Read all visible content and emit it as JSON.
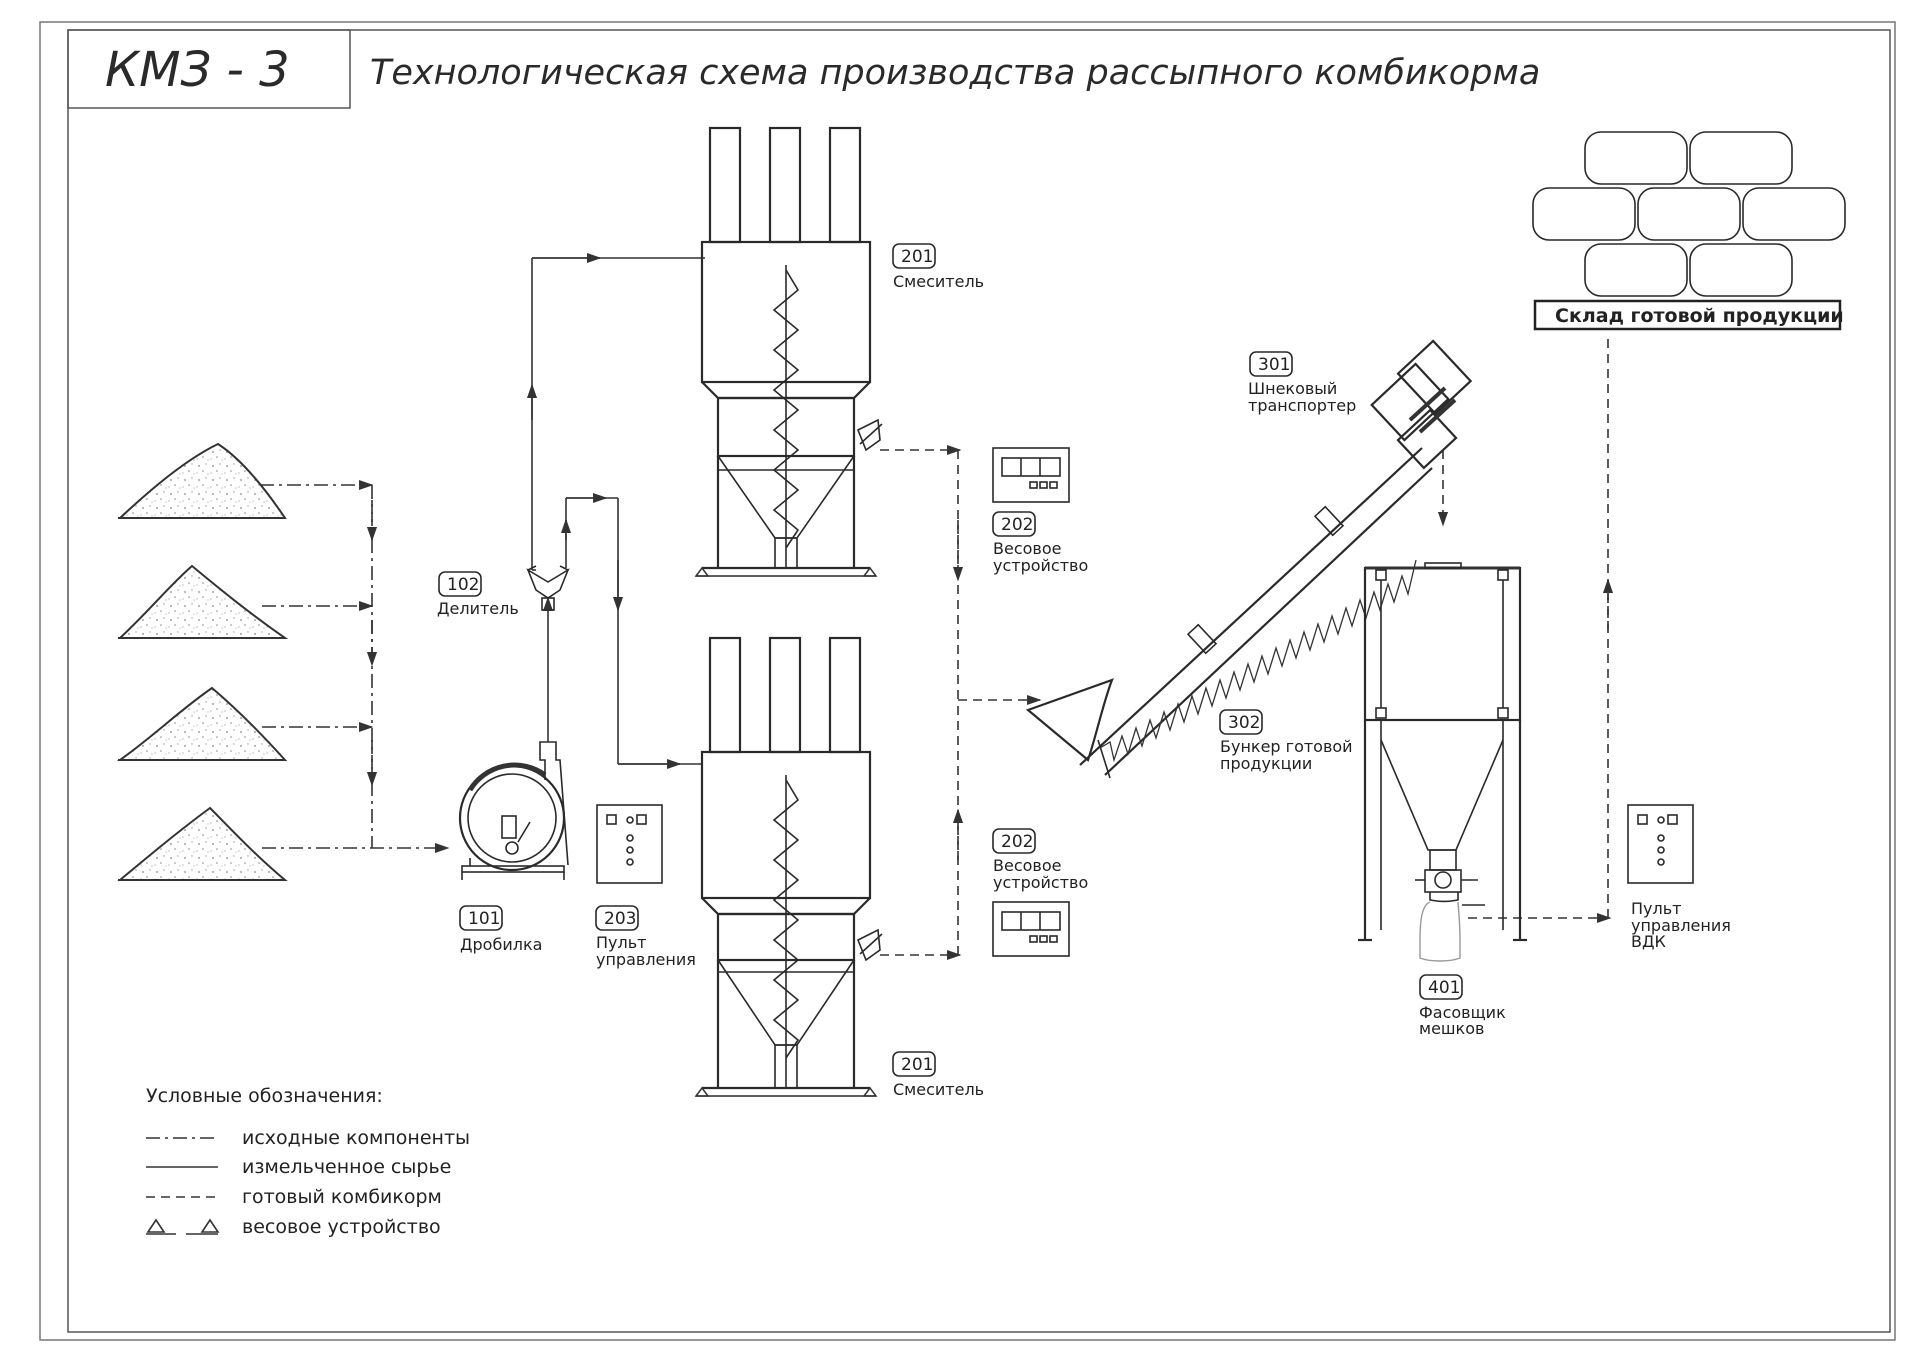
{
  "header": {
    "code": "КМЗ - 3",
    "title": "Технологическая схема производства рассыпного комбикорма"
  },
  "equipment": {
    "mixer_top": {
      "num": "201",
      "label": "Смеситель"
    },
    "mixer_bottom": {
      "num": "201",
      "label": "Смеситель"
    },
    "divider": {
      "num": "102",
      "label": "Делитель"
    },
    "crusher": {
      "num": "101",
      "label": "Дробилка"
    },
    "control_panel": {
      "num": "203",
      "label_line1": "Пульт",
      "label_line2": "управления"
    },
    "scale_top": {
      "num": "202",
      "label_line1": "Весовое",
      "label_line2": "устройство"
    },
    "scale_bottom": {
      "num": "202",
      "label_line1": "Весовое",
      "label_line2": "устройство"
    },
    "screw_conveyor": {
      "num": "301",
      "label_line1": "Шнековый",
      "label_line2": "транспортер"
    },
    "product_bunker": {
      "num": "302",
      "label_line1": "Бункер готовой",
      "label_line2": "продукции"
    },
    "bag_filler": {
      "num": "401",
      "label_line1": "Фасовщик",
      "label_line2": "мешков"
    },
    "vdk_panel": {
      "label_line1": "Пульт",
      "label_line2": "управления",
      "label_line3": "ВДК"
    },
    "warehouse": {
      "label": "Склад готовой продукции"
    }
  },
  "legend": {
    "title": "Условные обозначения:",
    "items": [
      {
        "style": "dash-dot",
        "label": "исходные компоненты"
      },
      {
        "style": "solid",
        "label": "измельченное сырье"
      },
      {
        "style": "dashed",
        "label": "готовый комбикорм"
      },
      {
        "style": "scale-symbol",
        "label": "весовое устройство"
      }
    ]
  },
  "colors": {
    "line": "#2a2a2a",
    "background": "#ffffff"
  }
}
